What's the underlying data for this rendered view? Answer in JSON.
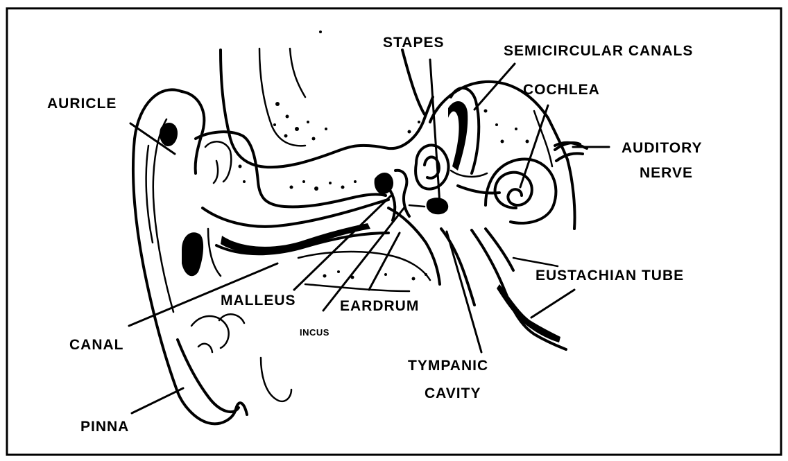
{
  "diagram": {
    "labels": {
      "stapes": "STAPES",
      "semicircular_canals": "SEMICIRCULAR CANALS",
      "cochlea": "COCHLEA",
      "auricle": "AURICLE",
      "auditory_nerve_line1": "AUDITORY",
      "auditory_nerve_line2": "NERVE",
      "eustachian_tube": "EUSTACHIAN TUBE",
      "malleus": "MALLEUS",
      "eardrum": "EARDRUM",
      "incus": "INCUS",
      "canal": "CANAL",
      "tympanic_cavity_line1": "TYMPANIC",
      "tympanic_cavity_line2": "CAVITY",
      "pinna": "PINNA"
    }
  }
}
